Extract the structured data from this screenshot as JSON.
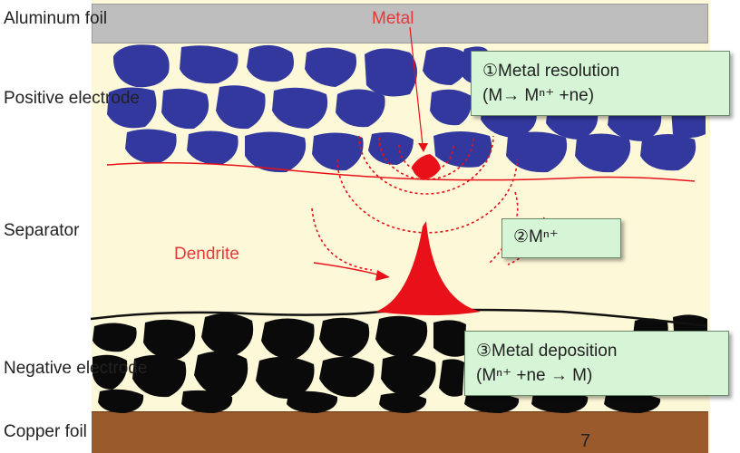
{
  "labels": {
    "aluminum_foil": "Aluminum foil",
    "positive_electrode": "Positive electrode",
    "separator": "Separator",
    "negative_electrode": "Negative electrode",
    "copper_foil": "Copper  foil",
    "metal": "Metal",
    "dendrite": "Dendrite"
  },
  "callouts": {
    "step1": {
      "title": "①Metal resolution",
      "formula": "(M→ Mⁿ⁺ +ne)"
    },
    "step2": {
      "title": "②Mⁿ⁺"
    },
    "step3": {
      "title": "③Metal deposition",
      "formula": "(Mⁿ⁺ +ne → M)"
    }
  },
  "page_number": "7",
  "colors": {
    "cell_background": "#fdf9d8",
    "aluminum_foil": "#bebebe",
    "copper_foil": "#9b5a2c",
    "positive_particles": "#33389e",
    "negative_particles": "#0a0a0a",
    "metal_red": "#e8111a",
    "callout_green": "#d6f5d6"
  }
}
